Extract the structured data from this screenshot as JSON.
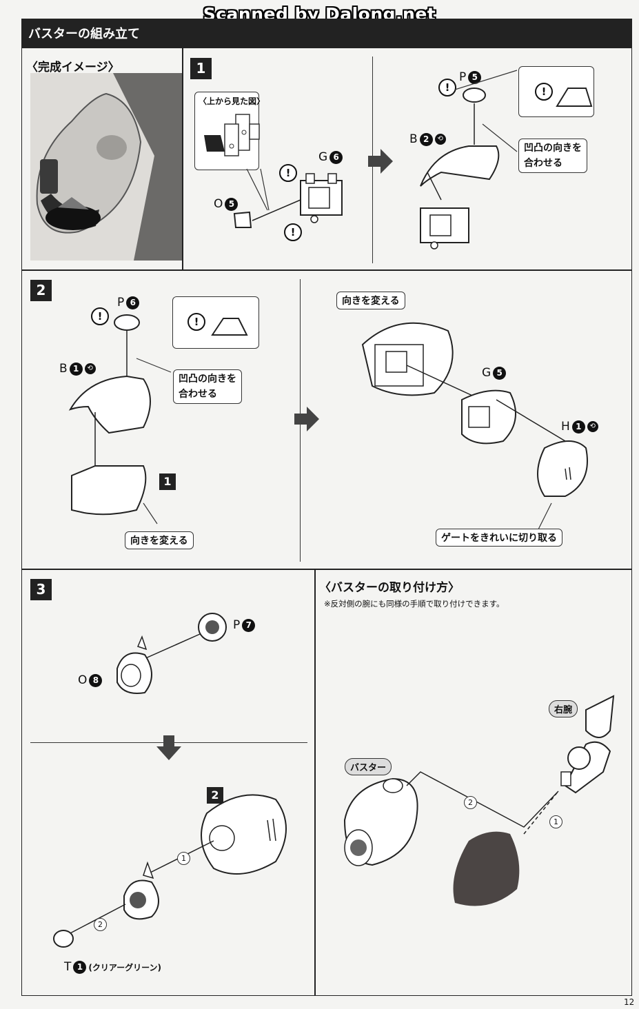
{
  "watermark": "Scanned by Dalong.net",
  "header_title": "バスターの組み立て",
  "sections": {
    "complete_image": {
      "title": "〈完成イメージ〉"
    },
    "step1": {
      "number": "1",
      "top_view_label": "〈上から見た図〉",
      "parts": {
        "g6": {
          "letter": "G",
          "num": "6"
        },
        "o5": {
          "letter": "O",
          "num": "5"
        },
        "p5": {
          "letter": "P",
          "num": "5"
        },
        "b2": {
          "letter": "B",
          "num": "2"
        }
      },
      "align_note": "凹凸の向きを\n合わせる"
    },
    "step2": {
      "number": "2",
      "parts": {
        "p6": {
          "letter": "P",
          "num": "6"
        },
        "b1": {
          "letter": "B",
          "num": "1"
        },
        "g5": {
          "letter": "G",
          "num": "5"
        },
        "h1": {
          "letter": "H",
          "num": "1"
        }
      },
      "sub_ref": "1",
      "align_note": "凹凸の向きを\n合わせる",
      "turn_note_1": "向きを変える",
      "turn_note_2": "向きを変える",
      "gate_note": "ゲートをきれいに切り取る"
    },
    "step3": {
      "number": "3",
      "parts": {
        "p7": {
          "letter": "P",
          "num": "7"
        },
        "o8": {
          "letter": "O",
          "num": "8"
        },
        "t1": {
          "letter": "T",
          "num": "1",
          "note": "(クリアーグリーン)"
        }
      },
      "sub_ref": "2",
      "order_1": "1",
      "order_2": "2"
    },
    "attach": {
      "title": "〈バスターの取り付け方〉",
      "note": "※反対側の腕にも同様の手順で取り付けできます。",
      "buster_label": "バスター",
      "arm_label": "右腕",
      "order_1": "1",
      "order_2": "2"
    }
  },
  "icons": {
    "warning": "!",
    "gate_cut": "⟲"
  },
  "page_number": "12",
  "colors": {
    "ink": "#222222",
    "paper": "#f4f4f2"
  }
}
